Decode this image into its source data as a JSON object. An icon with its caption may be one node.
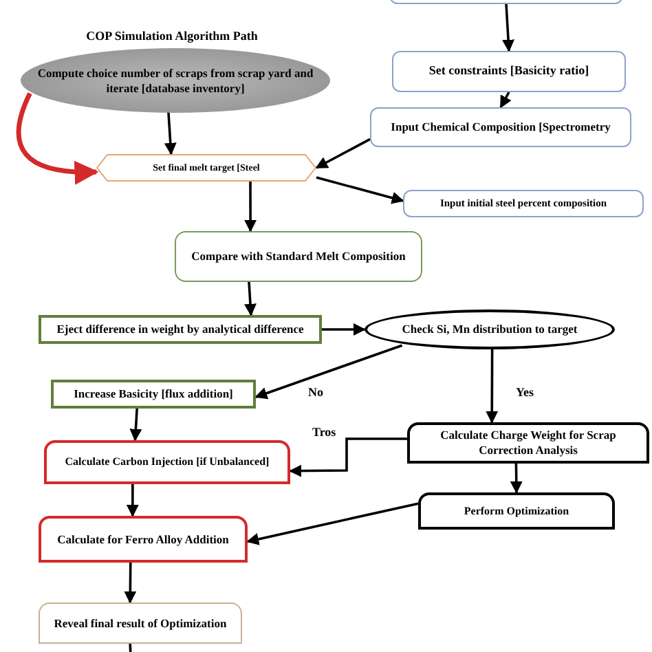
{
  "diagram": {
    "title": "COP Simulation Algorithm Path",
    "nodes": [
      {
        "text": [],
        "shape": "box"
      },
      {
        "text": [
          "Set constraints [Basicity ratio]"
        ]
      },
      {
        "text": [
          "Input Chemical Composition [Spectrometry"
        ]
      },
      {
        "text": [
          "Compute choice number of scraps from scrap yard and iterate [database inventory]"
        ]
      },
      {
        "text": [
          "Set final melt target [Steel"
        ]
      },
      {
        "text": [
          "Input initial steel percent composition"
        ]
      },
      {
        "text": [
          "Compare with Standard Melt Composition"
        ]
      },
      {
        "text": [
          "Eject difference in weight by analytical difference"
        ]
      },
      {
        "text": [
          "Check Si, Mn distribution to target"
        ]
      },
      {
        "text": [
          "Increase Basicity [flux addition]"
        ]
      },
      {
        "text": [
          "Calculate Charge Weight for Scrap Correction Analysis"
        ]
      },
      {
        "text": [
          "Calculate Carbon Injection [if Unbalanced]"
        ]
      },
      {
        "text": [
          "Perform Optimization"
        ]
      },
      {
        "text": [
          "Calculate for Ferro Alloy Addition"
        ]
      },
      {
        "text": [
          "Reveal final result of Optimization"
        ]
      }
    ],
    "edges": [
      {
        "from": 0,
        "to": 1,
        "arrow": "to"
      },
      {
        "from": 1,
        "to": 2,
        "arrow": "to"
      },
      {
        "from": 3,
        "to": 4,
        "arrow": "to"
      },
      {
        "from": 3,
        "to": 4,
        "arrow": "to",
        "style": "thick",
        "color": "#d42a2a"
      },
      {
        "from": 2,
        "to": 4,
        "arrow": "to"
      },
      {
        "from": 4,
        "to": 5,
        "arrow": "to"
      },
      {
        "from": 4,
        "to": 6,
        "arrow": "to"
      },
      {
        "from": 6,
        "to": 7,
        "arrow": "to"
      },
      {
        "from": 7,
        "to": 8,
        "arrow": "to"
      },
      {
        "from": 8,
        "to": 9,
        "arrow": "to",
        "label": "No"
      },
      {
        "from": 8,
        "to": 10,
        "arrow": "to",
        "label": "Yes"
      },
      {
        "from": 9,
        "to": 11,
        "arrow": "to"
      },
      {
        "from": 10,
        "to": 11,
        "arrow": "to",
        "label": "Tros"
      },
      {
        "from": 10,
        "to": 12,
        "arrow": "to"
      },
      {
        "from": 12,
        "to": 13,
        "arrow": "to"
      },
      {
        "from": 11,
        "to": 13,
        "arrow": "to"
      },
      {
        "from": 13,
        "to": 14,
        "arrow": "to"
      },
      {
        "from": 14,
        "to": null,
        "arrow": "none"
      }
    ]
  }
}
